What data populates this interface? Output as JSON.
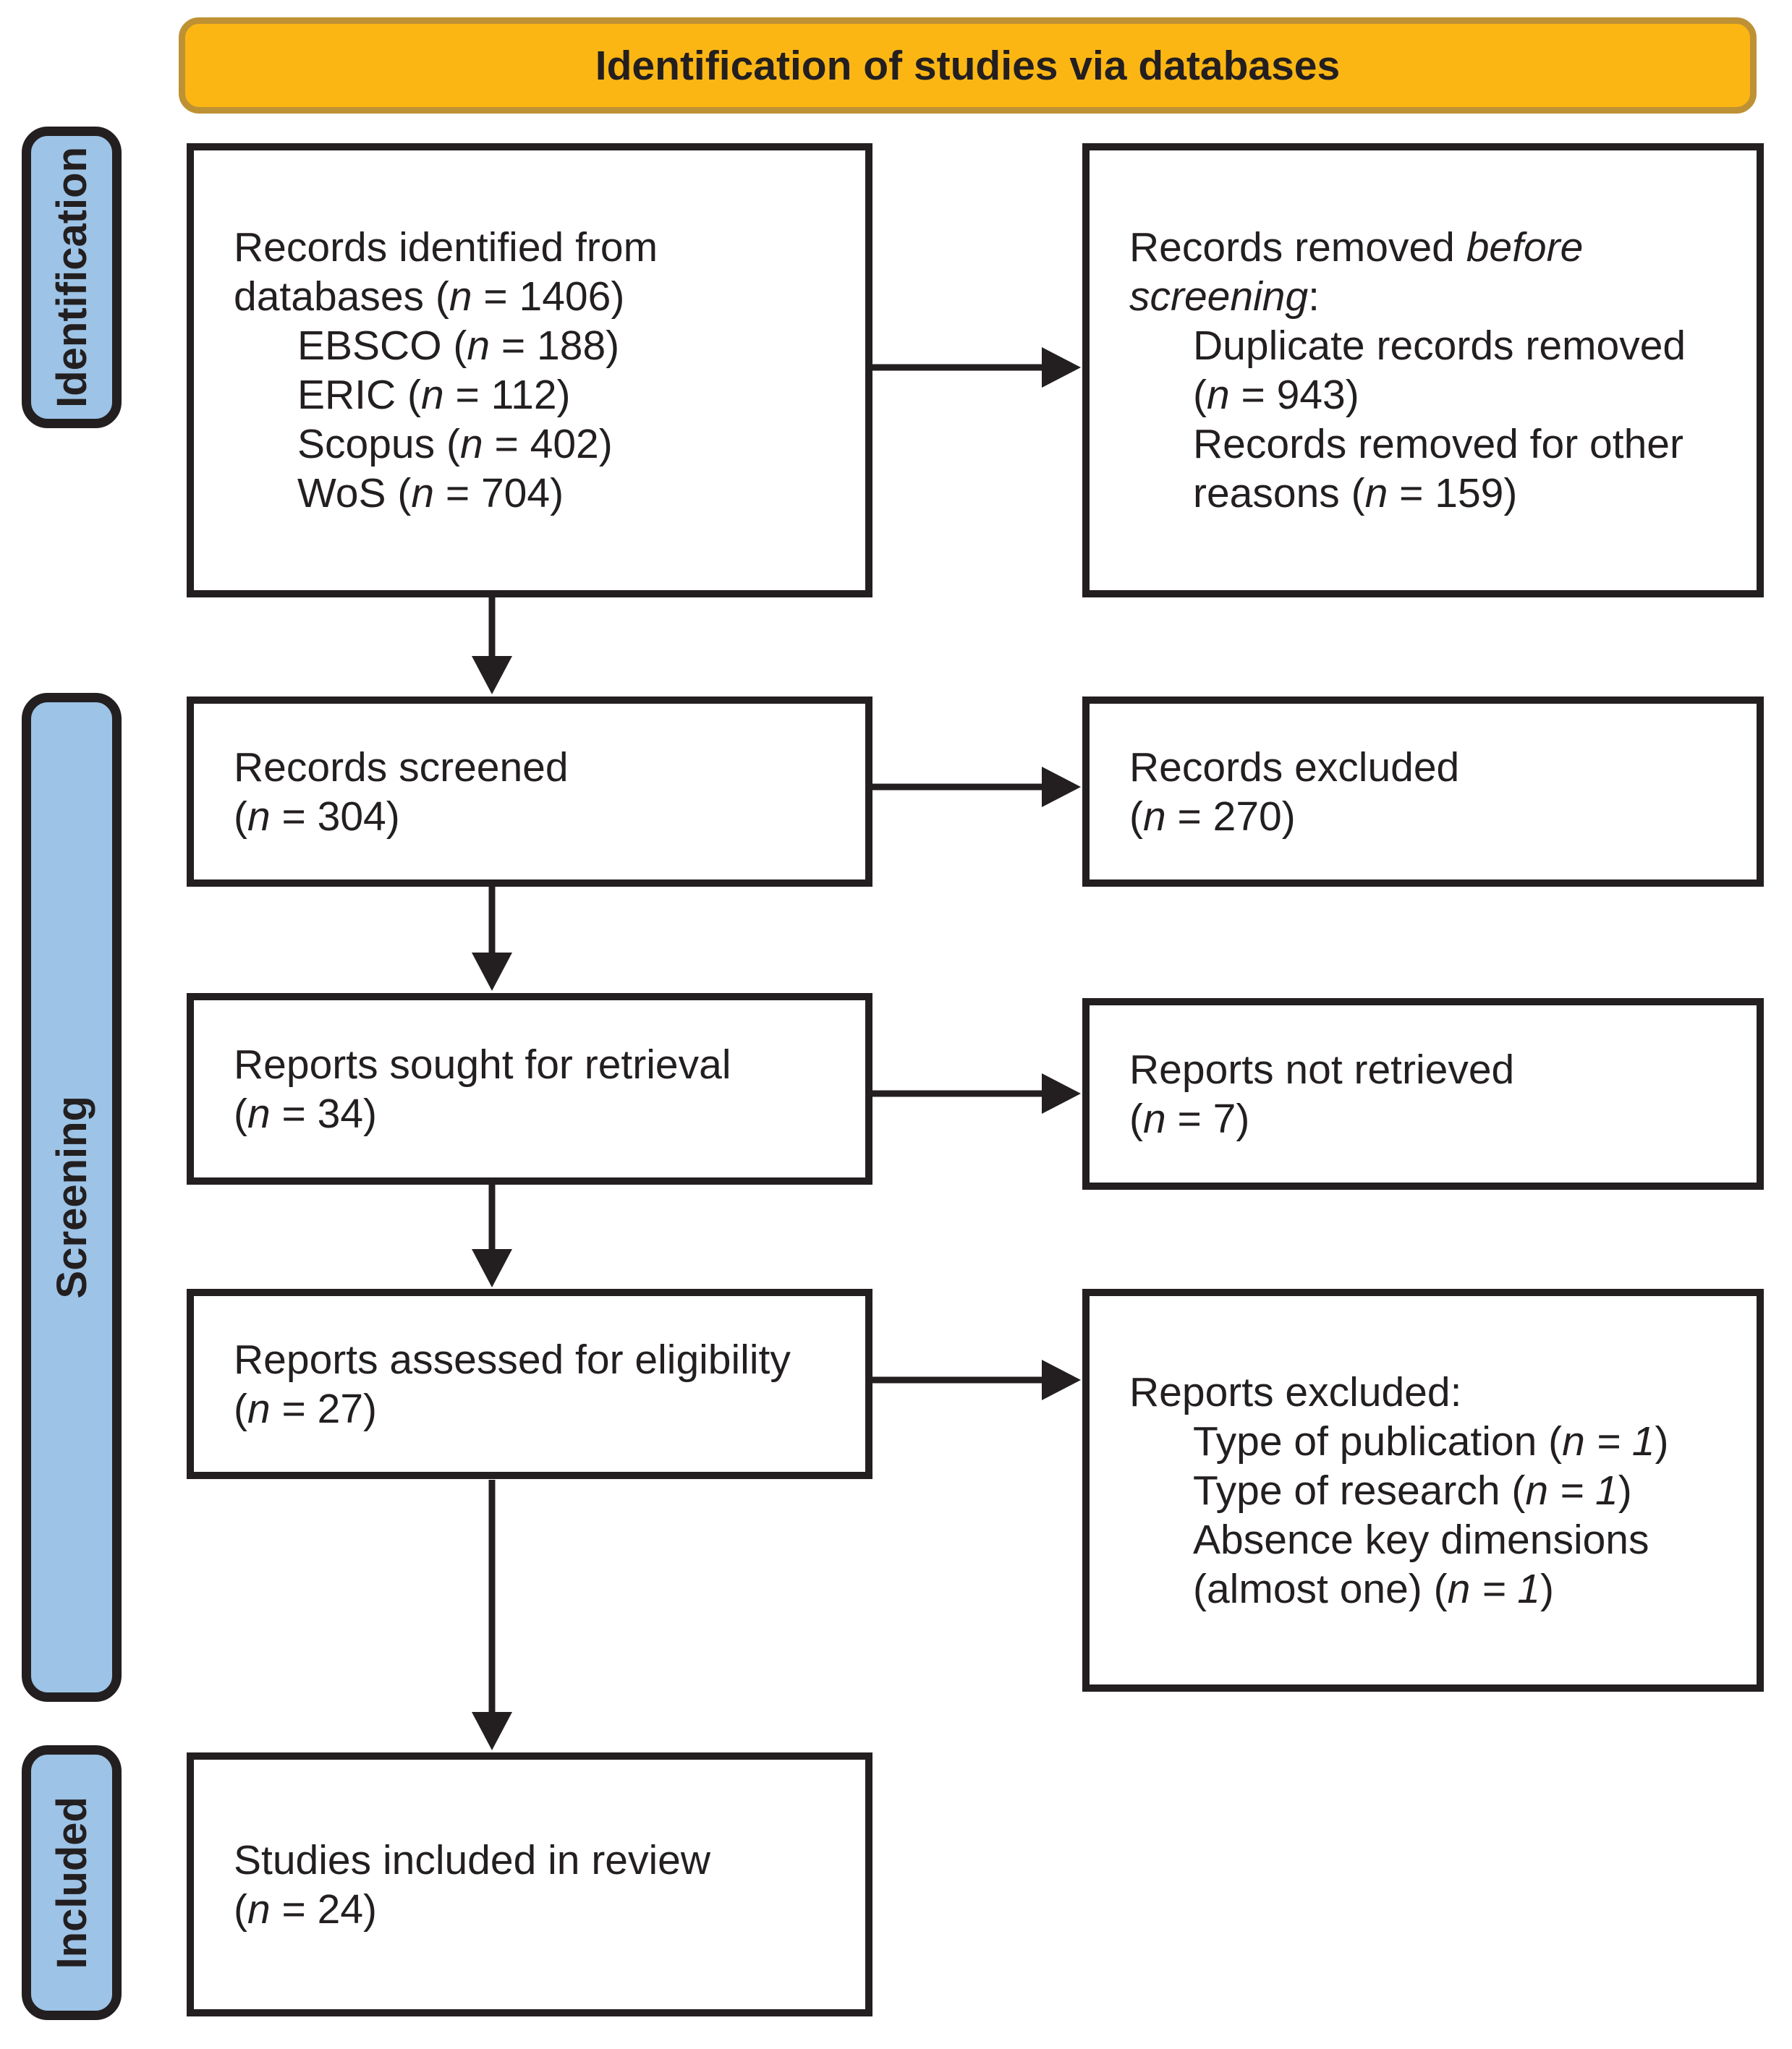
{
  "title": "Identification of studies via databases",
  "stages": [
    {
      "label": "Identification"
    },
    {
      "label": "Screening"
    },
    {
      "label": "Included"
    }
  ],
  "colors": {
    "banner_fill": "#FCB614",
    "banner_border": "#BE9134",
    "stage_fill": "#9DC3E6",
    "ink": "#231F20"
  },
  "boxes": {
    "records_identified": {
      "lines": [
        {
          "runs": [
            {
              "t": "Records identified from"
            }
          ]
        },
        {
          "runs": [
            {
              "t": "databases ("
            },
            {
              "t": "n",
              "i": true
            },
            {
              "t": " = 1406)"
            }
          ]
        },
        {
          "ind": true,
          "runs": [
            {
              "t": "EBSCO ("
            },
            {
              "t": "n",
              "i": true
            },
            {
              "t": " = 188)"
            }
          ]
        },
        {
          "ind": true,
          "runs": [
            {
              "t": "ERIC ("
            },
            {
              "t": "n",
              "i": true
            },
            {
              "t": " = 112)"
            }
          ]
        },
        {
          "ind": true,
          "runs": [
            {
              "t": "Scopus ("
            },
            {
              "t": "n",
              "i": true
            },
            {
              "t": " = 402)"
            }
          ]
        },
        {
          "ind": true,
          "runs": [
            {
              "t": "WoS ("
            },
            {
              "t": "n",
              "i": true
            },
            {
              "t": " = 704)"
            }
          ]
        }
      ]
    },
    "records_removed": {
      "lines": [
        {
          "runs": [
            {
              "t": "Records removed "
            },
            {
              "t": "before",
              "i": true
            }
          ]
        },
        {
          "runs": [
            {
              "t": "screening",
              "i": true
            },
            {
              "t": ":"
            }
          ]
        },
        {
          "ind": true,
          "runs": [
            {
              "t": "Duplicate records removed"
            }
          ]
        },
        {
          "ind": true,
          "runs": [
            {
              "t": "("
            },
            {
              "t": "n",
              "i": true
            },
            {
              "t": " = 943)"
            }
          ]
        },
        {
          "ind": true,
          "runs": [
            {
              "t": "Records removed for other"
            }
          ]
        },
        {
          "ind": true,
          "runs": [
            {
              "t": "reasons ("
            },
            {
              "t": "n",
              "i": true
            },
            {
              "t": " = 159)"
            }
          ]
        }
      ]
    },
    "records_screened": {
      "lines": [
        {
          "runs": [
            {
              "t": "Records screened"
            }
          ]
        },
        {
          "runs": [
            {
              "t": "("
            },
            {
              "t": "n",
              "i": true
            },
            {
              "t": " = 304)"
            }
          ]
        }
      ]
    },
    "records_excluded": {
      "lines": [
        {
          "runs": [
            {
              "t": "Records excluded"
            }
          ]
        },
        {
          "runs": [
            {
              "t": "("
            },
            {
              "t": "n",
              "i": true
            },
            {
              "t": " = 270)"
            }
          ]
        }
      ]
    },
    "reports_sought": {
      "lines": [
        {
          "runs": [
            {
              "t": "Reports sought for retrieval"
            }
          ]
        },
        {
          "runs": [
            {
              "t": "("
            },
            {
              "t": "n",
              "i": true
            },
            {
              "t": " = 34)"
            }
          ]
        }
      ]
    },
    "reports_not_retrieved": {
      "lines": [
        {
          "runs": [
            {
              "t": "Reports not retrieved"
            }
          ]
        },
        {
          "runs": [
            {
              "t": "("
            },
            {
              "t": "n",
              "i": true
            },
            {
              "t": " = 7)"
            }
          ]
        }
      ]
    },
    "reports_assessed": {
      "lines": [
        {
          "runs": [
            {
              "t": "Reports assessed for eligibility"
            }
          ]
        },
        {
          "runs": [
            {
              "t": "("
            },
            {
              "t": "n",
              "i": true
            },
            {
              "t": " = 27)"
            }
          ]
        }
      ]
    },
    "reports_excluded": {
      "lines": [
        {
          "runs": [
            {
              "t": "Reports excluded:"
            }
          ]
        },
        {
          "ind": true,
          "runs": [
            {
              "t": "Type of publication ("
            },
            {
              "t": "n = 1",
              "i": true
            },
            {
              "t": ")"
            }
          ]
        },
        {
          "ind": true,
          "runs": [
            {
              "t": "Type of research ("
            },
            {
              "t": "n = 1",
              "i": true
            },
            {
              "t": ")"
            }
          ]
        },
        {
          "ind": true,
          "runs": [
            {
              "t": "Absence key dimensions"
            }
          ]
        },
        {
          "ind": true,
          "runs": [
            {
              "t": "(almost one) ("
            },
            {
              "t": "n = 1",
              "i": true
            },
            {
              "t": ")"
            }
          ]
        }
      ]
    },
    "studies_included": {
      "lines": [
        {
          "runs": [
            {
              "t": "Studies included in review"
            }
          ]
        },
        {
          "runs": [
            {
              "t": "("
            },
            {
              "t": "n",
              "i": true
            },
            {
              "t": " = 24)"
            }
          ]
        }
      ]
    }
  }
}
